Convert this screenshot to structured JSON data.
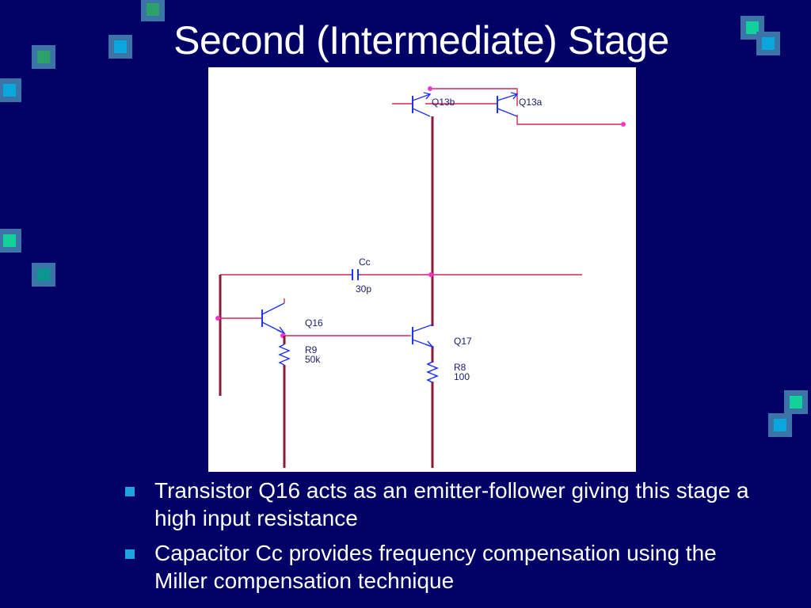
{
  "slide": {
    "title": "Second (Intermediate) Stage",
    "colors": {
      "background": "#000066",
      "accent": "#1ea4e0",
      "wire": "#8b1a3a",
      "component": "#1f33ff"
    }
  },
  "diagram": {
    "components": {
      "q13b": "Q13b",
      "q13a": "Q13a",
      "cc": {
        "name": "Cc",
        "value": "30p"
      },
      "q16": "Q16",
      "r9": {
        "name": "R9",
        "value": "50k"
      },
      "q17": "Q17",
      "r8": {
        "name": "R8",
        "value": "100"
      }
    }
  },
  "bullets": [
    {
      "text": "Transistor Q16 acts as an emitter-follower giving this stage a high input resistance"
    },
    {
      "text": "Capacitor Cc provides frequency compensation using the Miller compensation technique"
    }
  ]
}
